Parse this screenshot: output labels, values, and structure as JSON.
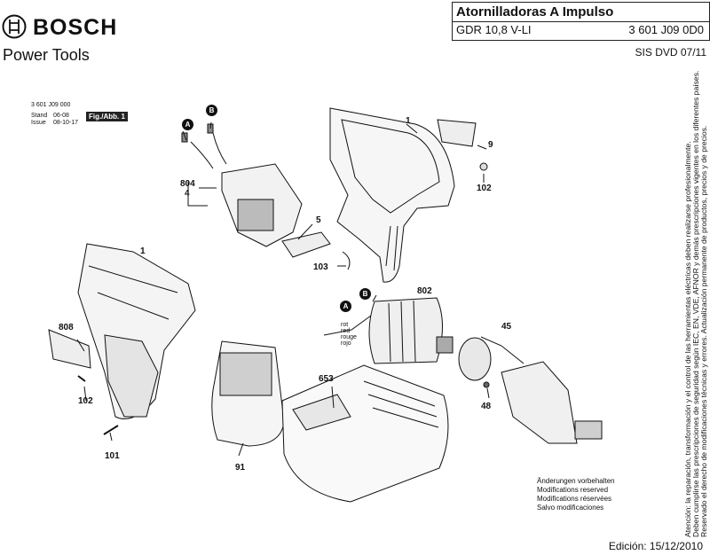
{
  "header": {
    "brand": "BOSCH",
    "subtitle": "Power Tools",
    "title": "Atornilladoras A Impulso",
    "model": "GDR 10,8 V-LI",
    "part_number": "3 601 J09 0D0",
    "sis": "SIS DVD 07/11"
  },
  "stamp": {
    "number": "3 601 J09 000",
    "stand_label": "Stand",
    "stand_value": "06-08",
    "issue_label": "Issue",
    "issue_value": "08-10-17",
    "figure": "Fig./Abb. 1"
  },
  "parts": {
    "p1a": "1",
    "p1b": "1",
    "p9": "9",
    "p102a": "102",
    "p102b": "102",
    "p804": "804",
    "p4": "4",
    "p5": "5",
    "p103": "103",
    "p802": "802",
    "p808": "808",
    "p45": "45",
    "p48": "48",
    "p653": "653",
    "p91": "91",
    "p101": "101"
  },
  "badges": {
    "a1": "A",
    "b1": "B",
    "a2": "A",
    "b2": "B"
  },
  "wire_colors": [
    "rot",
    "red",
    "rouge",
    "rojo"
  ],
  "changes": [
    "Änderungen vorbehalten",
    "Modifications reserved",
    "Modifications réservées",
    "Salvo modificaciones"
  ],
  "edition": "Edición: 15/12/2010",
  "vertical_note": [
    "Atención: la reparación, transformación y el control de las herramientas eléctricas deben realizarse profesionalmente.",
    "Deben cumplirse las prescripciones de seguridad según IEC, EN, VDE, AFNOR y demás prescripciones vigentes en los diferentes países.",
    "Reservado el derecho de modificaciones técnicas y errores. Actualización permanente de productos, precios y de precios."
  ]
}
